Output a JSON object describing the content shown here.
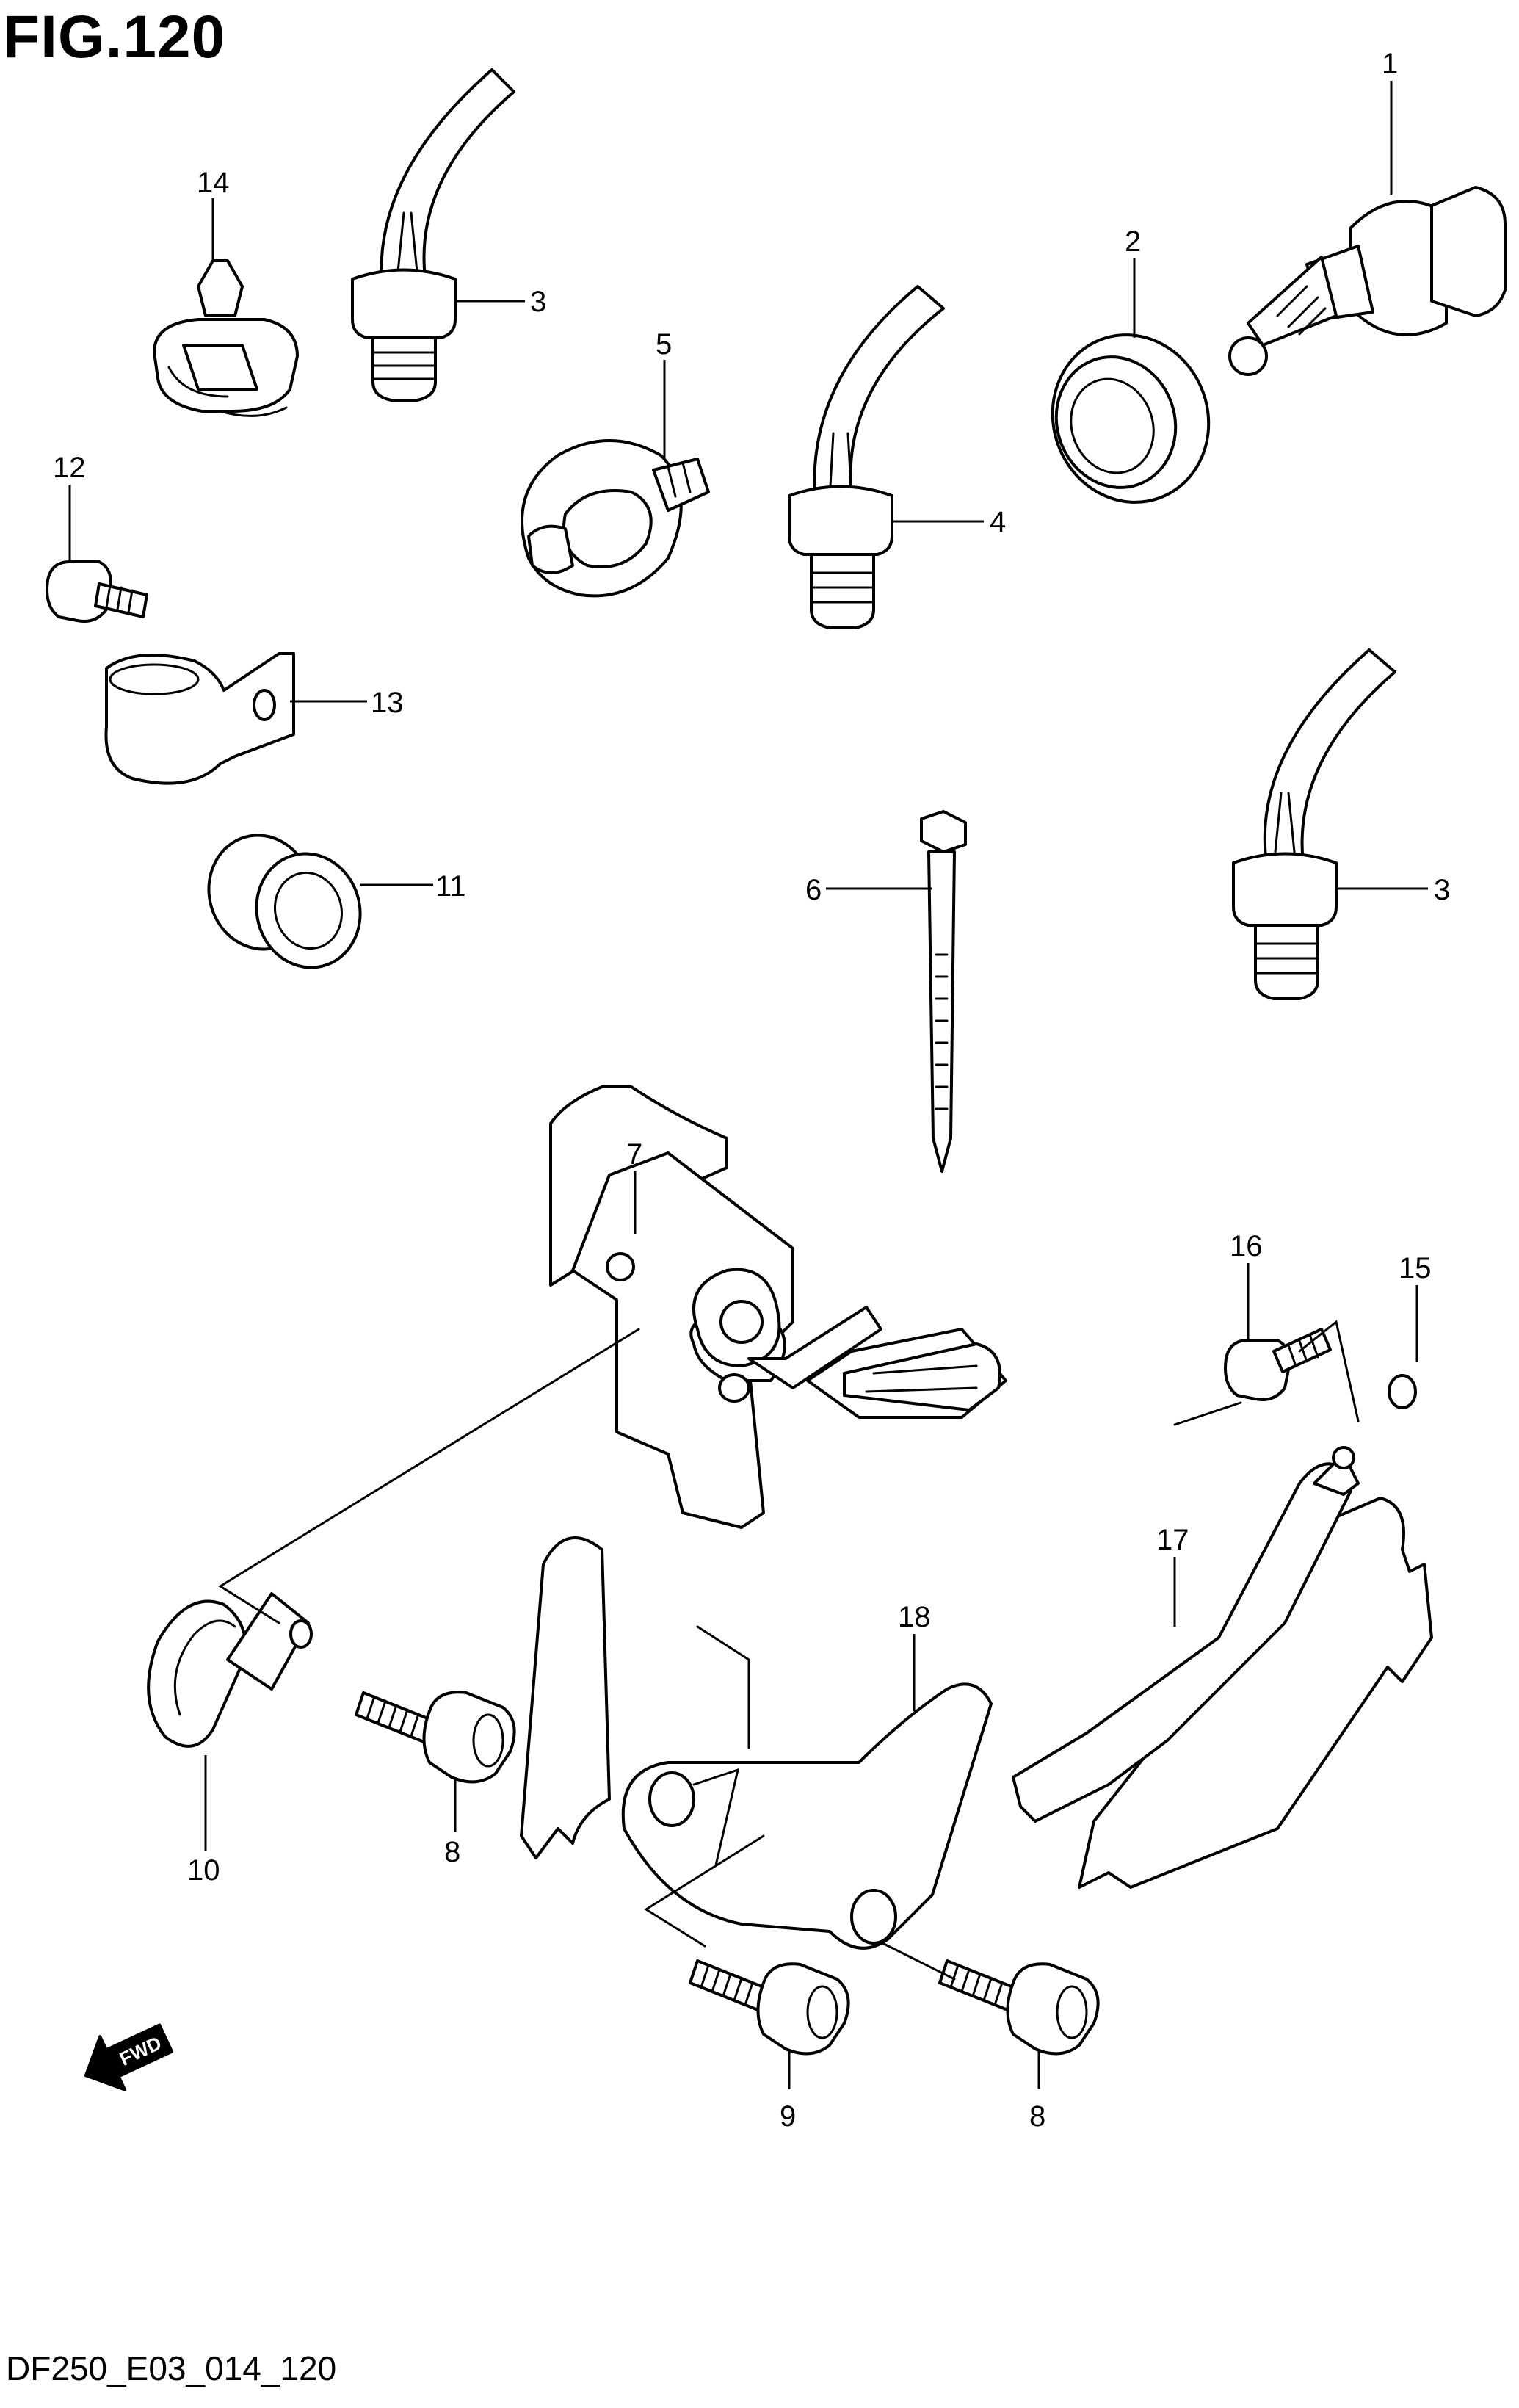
{
  "figure": {
    "title": "FIG.120",
    "code": "DF250_E03_014_120"
  },
  "direction_arrow": {
    "label": "FWD",
    "icon": "fwd-arrow-icon"
  },
  "callouts": {
    "c1": "1",
    "c2": "2",
    "c3a": "3",
    "c3b": "3",
    "c4": "4",
    "c5": "5",
    "c6": "6",
    "c7": "7",
    "c8a": "8",
    "c8b": "8",
    "c9": "9",
    "c10": "10",
    "c11": "11",
    "c12": "12",
    "c13": "13",
    "c14": "14",
    "c15": "15",
    "c16": "16",
    "c17": "17",
    "c18": "18"
  }
}
